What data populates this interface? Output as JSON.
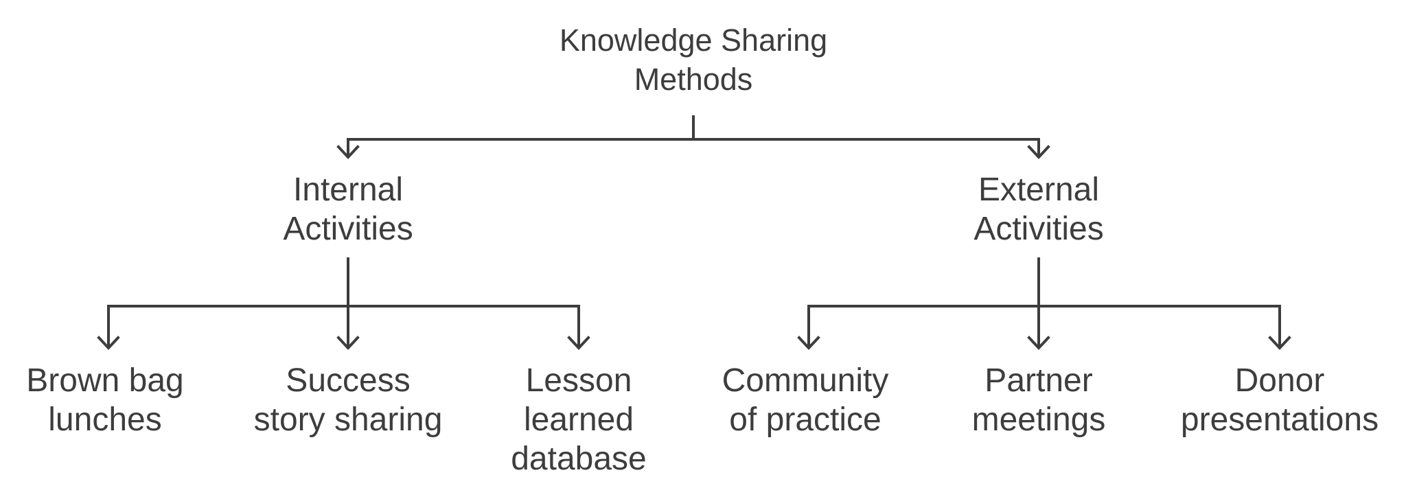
{
  "root": {
    "lines": [
      "Knowledge Sharing",
      "Methods"
    ]
  },
  "branches": [
    {
      "lines": [
        "Internal",
        "Activities"
      ],
      "leaves": [
        {
          "lines": [
            "Brown bag",
            "lunches"
          ]
        },
        {
          "lines": [
            "Success",
            "story sharing"
          ]
        },
        {
          "lines": [
            "Lesson",
            "learned",
            "database"
          ]
        }
      ]
    },
    {
      "lines": [
        "External",
        "Activities"
      ],
      "leaves": [
        {
          "lines": [
            "Community",
            "of practice"
          ]
        },
        {
          "lines": [
            "Partner",
            "meetings"
          ]
        },
        {
          "lines": [
            "Donor",
            "presentations"
          ]
        }
      ]
    }
  ]
}
